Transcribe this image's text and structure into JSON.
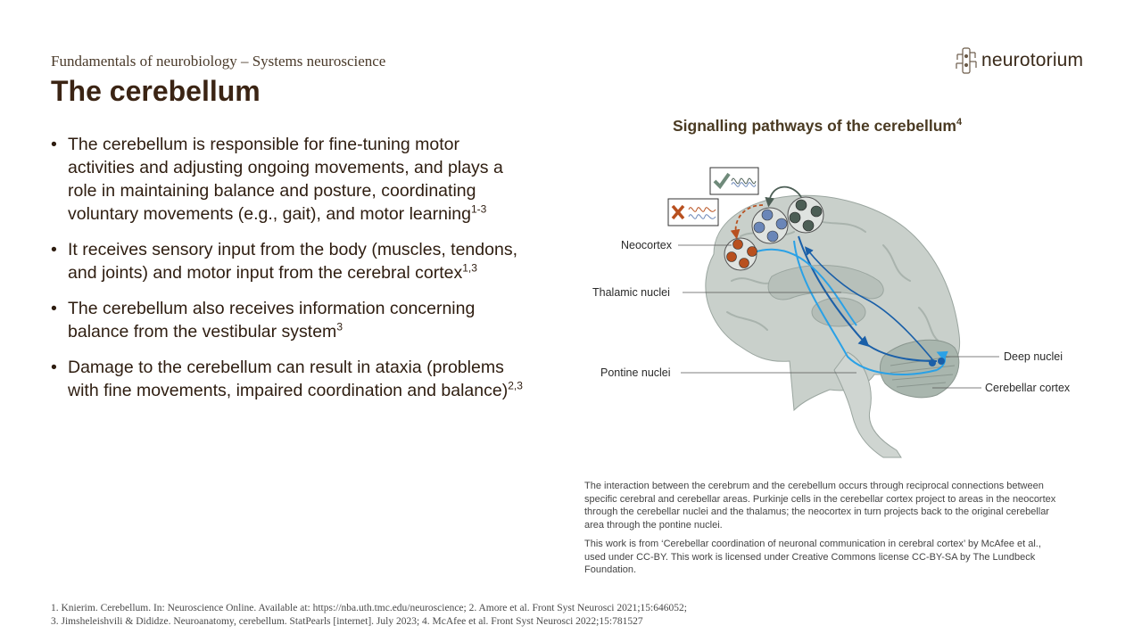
{
  "header": {
    "subtitle": "Fundamentals of neurobiology – Systems neuroscience",
    "title": "The cerebellum",
    "logo_text": "neurotorium"
  },
  "bullets": [
    {
      "text": "The cerebellum is responsible for fine-tuning motor activities and adjusting ongoing movements, and plays a role in maintaining balance and posture, coordinating voluntary movements (e.g., gait), and motor learning",
      "sup": "1-3"
    },
    {
      "text": "It receives sensory input from the body (muscles, tendons, and joints) and motor input from the cerebral cortex",
      "sup": "1,3"
    },
    {
      "text": "The cerebellum also receives information concerning balance from the vestibular system",
      "sup": "3"
    },
    {
      "text": "Damage to the cerebellum can result in ataxia (problems with fine movements, impaired coordination and balance)",
      "sup": "2,3"
    }
  ],
  "figure": {
    "title": "Signalling pathways of the cerebellum",
    "title_sup": "4",
    "labels": {
      "neocortex": "Neocortex",
      "thalamic": "Thalamic nuclei",
      "pontine": "Pontine nuclei",
      "deep": "Deep nuclei",
      "cerebellar_cortex": "Cerebellar cortex"
    },
    "colors": {
      "brain": "#c9d0cb",
      "brain_dark": "#a9b3ad",
      "pathway_dark": "#1a5fa8",
      "pathway_light": "#2aa1e6",
      "node_orange": "#b8501f",
      "node_blue": "#6a86b8",
      "node_green": "#4c5e55"
    },
    "icons": [
      "check-icon",
      "cross-icon",
      "waveform-icon"
    ]
  },
  "caption": {
    "p1": "The interaction between the cerebrum and the cerebellum occurs through reciprocal connections between specific cerebral and cerebellar areas. Purkinje cells in the cerebellar cortex project to areas in the neocortex through the cerebellar nuclei and the thalamus; the neocortex in turn projects back to the original cerebellar area through the pontine nuclei.",
    "p2": "This work is from ‘Cerebellar coordination of neuronal communication in cerebral cortex’ by McAfee et al., used under CC-BY. This work is licensed under Creative Commons license CC-BY-SA by The Lundbeck Foundation."
  },
  "references": {
    "line1": "1. Knierim. Cerebellum. In: Neuroscience Online. Available at: https://nba.uth.tmc.edu/neuroscience; 2. Amore et al. Front Syst Neurosci 2021;15:646052;",
    "line2": "3. Jimsheleishvili & Dididze. Neuroanatomy, cerebellum. StatPearls [internet]. July 2023; 4. McAfee et al. Front Syst Neurosci 2022;15:781527"
  }
}
